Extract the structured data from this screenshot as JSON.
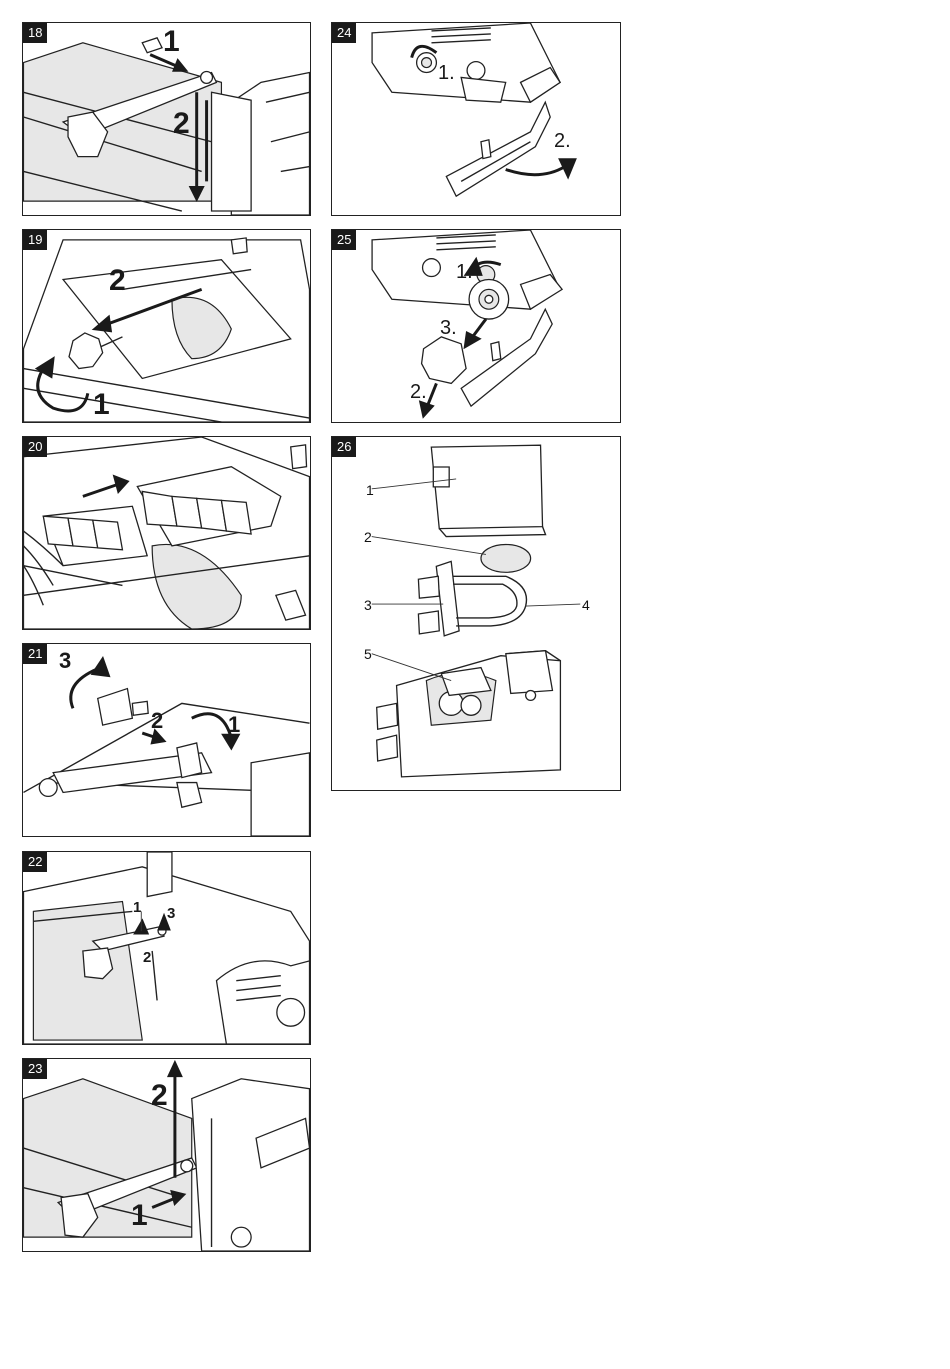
{
  "figures": [
    {
      "number": "18",
      "steps": [
        "1",
        "2"
      ]
    },
    {
      "number": "19",
      "steps": [
        "2",
        "1"
      ]
    },
    {
      "number": "20",
      "steps": []
    },
    {
      "number": "21",
      "steps": [
        "3",
        "2",
        "1"
      ]
    },
    {
      "number": "22",
      "steps": [
        "1",
        "3",
        "2"
      ]
    },
    {
      "number": "23",
      "steps": [
        "2",
        "1"
      ]
    },
    {
      "number": "24",
      "steps": [
        "1.",
        "2."
      ]
    },
    {
      "number": "25",
      "steps": [
        "1.",
        "3.",
        "2."
      ]
    },
    {
      "number": "26",
      "callouts": [
        "1",
        "2",
        "3",
        "4",
        "5"
      ]
    }
  ]
}
